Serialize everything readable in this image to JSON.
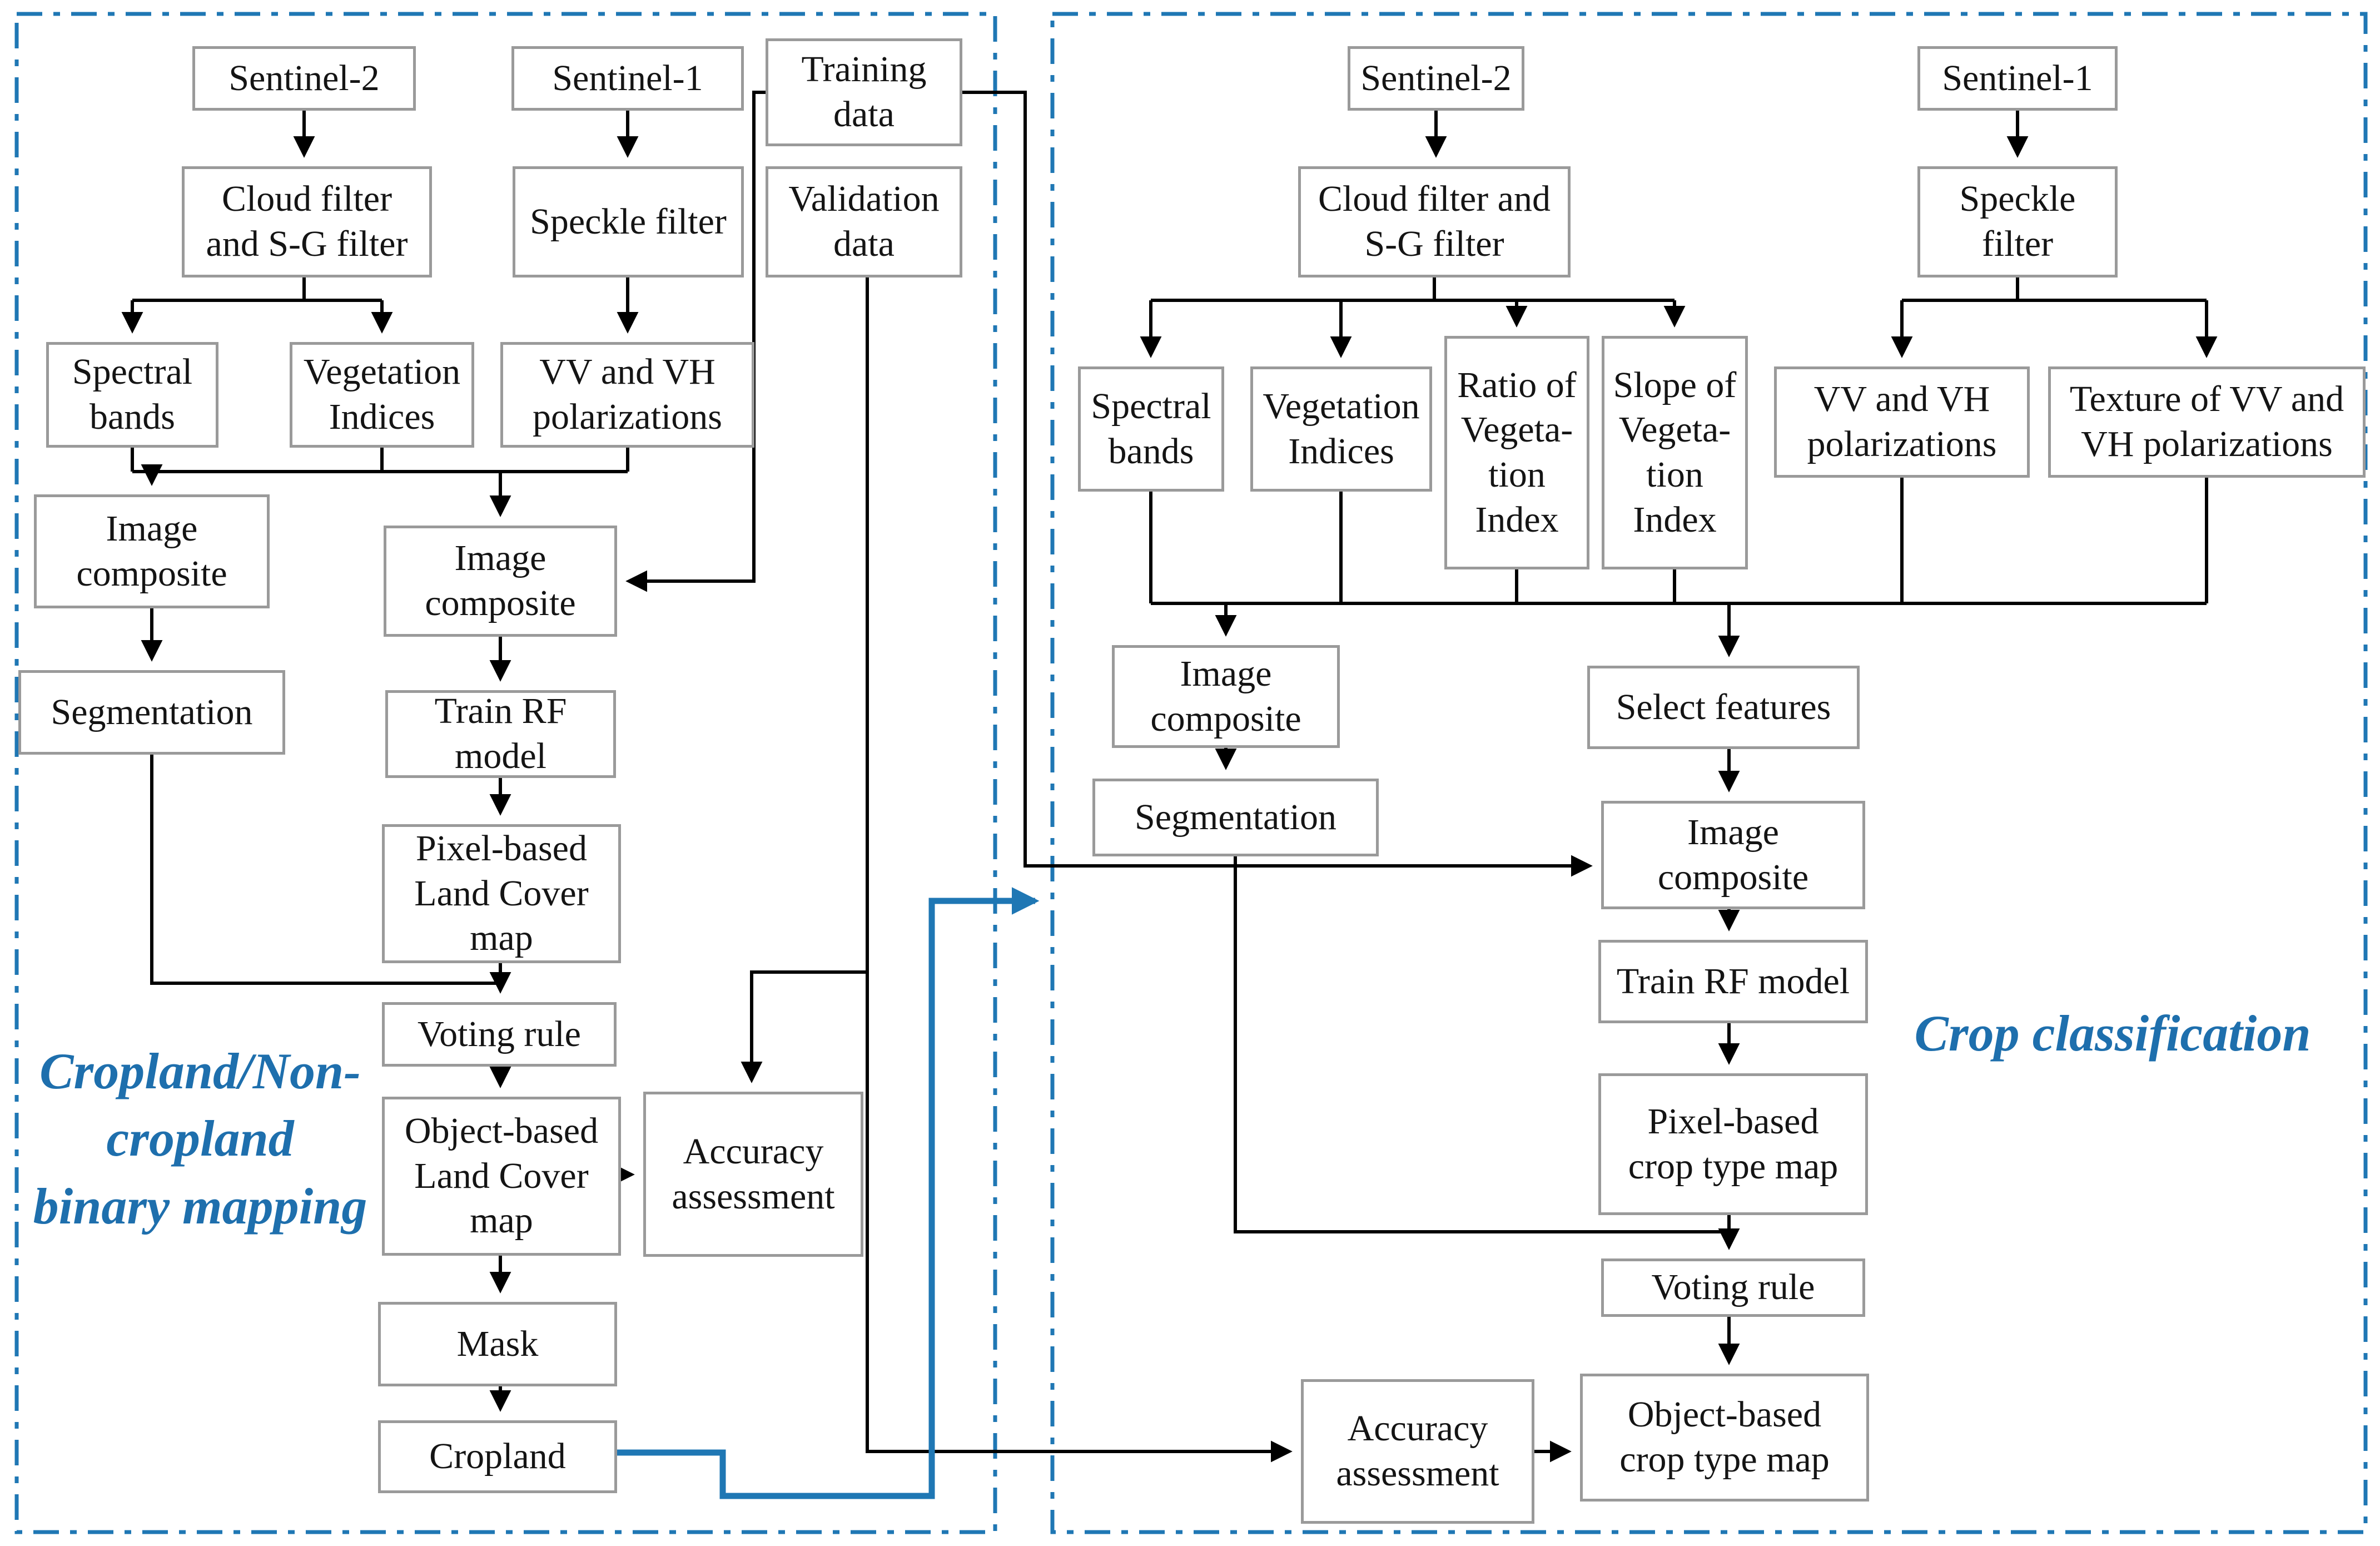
{
  "title": "Cropland binary mapping and crop classification workflow flowchart",
  "colors": {
    "accent": "#1f77b4",
    "label_blue": "#1e6fad",
    "line_black": "#000000",
    "box_border": "#9a9a9a",
    "box_fill": "#ffffff",
    "bg": "#ffffff",
    "ink": "#141414"
  },
  "panels": {
    "left": {
      "caption": "Cropland/Non-\ncropland\nbinary mapping"
    },
    "right": {
      "caption": "Crop classification"
    }
  },
  "nodes": {
    "l_sentinel2": "Sentinel-2",
    "l_sentinel1": "Sentinel-1",
    "l_cloud": "Cloud filter\nand S-G filter",
    "l_speckle": "Speckle filter",
    "l_spectral": "Spectral\nbands",
    "l_vegind": "Vegetation\nIndices",
    "l_vvvh": "VV and VH\npolarizations",
    "l_imgcompA": "Image\ncomposite",
    "l_imgcompB": "Image\ncomposite",
    "l_segment": "Segmentation",
    "l_trainrf": "Train RF\nmodel",
    "l_pixelmap": "Pixel-based\nLand Cover\nmap",
    "l_voting": "Voting rule",
    "l_objmap": "Object-based\nLand Cover\nmap",
    "l_accuracy": "Accuracy\nassessment",
    "l_mask": "Mask",
    "l_cropland": "Cropland",
    "l_training": "Training\ndata",
    "l_validation": "Validation\ndata",
    "r_sentinel2": "Sentinel-2",
    "r_sentinel1": "Sentinel-1",
    "r_cloud": "Cloud filter and\nS-G filter",
    "r_speckle": "Speckle\nfilter",
    "r_spectral": "Spectral\nbands",
    "r_vegind": "Vegetation\nIndices",
    "r_ratio": "Ratio of\nVegeta-\ntion\nIndex",
    "r_slope": "Slope of\nVegeta-\ntion\nIndex",
    "r_vvvh": "VV and VH\npolarizations",
    "r_texture": "Texture of VV and\nVH polarizations",
    "r_imgcomp1": "Image\ncomposite",
    "r_segment": "Segmentation",
    "r_select": "Select features",
    "r_imgcomp2": "Image\ncomposite",
    "r_trainrf": "Train RF model",
    "r_pixelmap": "Pixel-based\ncrop type map",
    "r_voting": "Voting rule",
    "r_objmap": "Object-based\ncrop type map",
    "r_accuracy": "Accuracy\nassessment"
  }
}
